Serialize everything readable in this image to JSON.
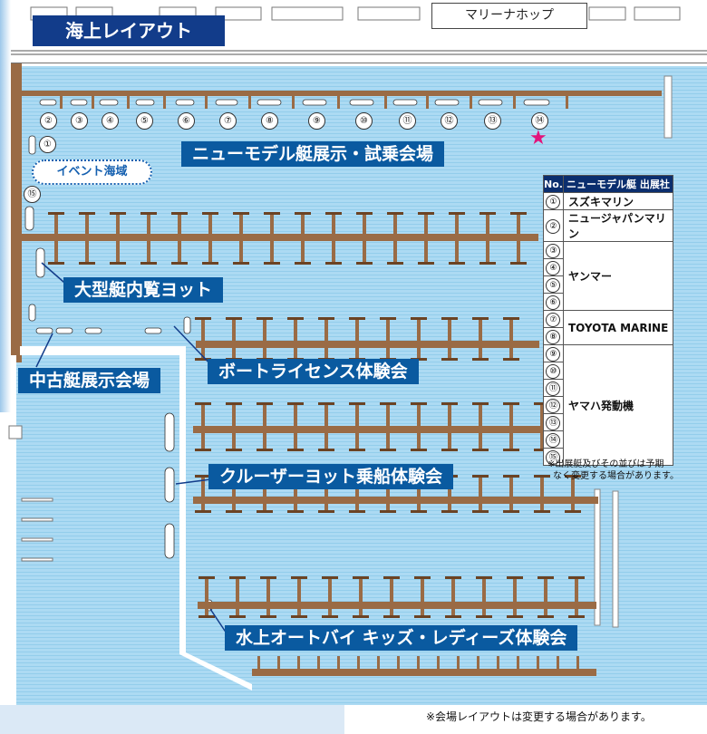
{
  "title": "海上レイアウト",
  "marina_shop": "マリーナホップ",
  "event_area": "イベント海域",
  "labels": {
    "new_model": "ニューモデル艇展示・試乗会場",
    "large_boat": "大型艇内覧ヨット",
    "boat_license": "ボートライセンス体験会",
    "used_boat": "中古艇展示会場",
    "cruiser_yacht": "クルーザーヨット乗船体験会",
    "pwc": "水上オートバイ キッズ・レディーズ体験会"
  },
  "slip_numbers": [
    "②",
    "③",
    "④",
    "⑤",
    "⑥",
    "⑦",
    "⑧",
    "⑨",
    "⑩",
    "⑪",
    "⑫",
    "⑬",
    "⑭"
  ],
  "slip_left_1": "①",
  "slip_left_15": "⑮",
  "table": {
    "header_no": "No.",
    "header_name": "ニューモデル艇 出展社",
    "rows": [
      {
        "no": "①",
        "name": "スズキマリン"
      },
      {
        "no": "②",
        "name": "ニュージャパンマリン"
      },
      {
        "no": "③",
        "name": "ヤンマー"
      },
      {
        "no": "④",
        "name": ""
      },
      {
        "no": "⑤",
        "name": ""
      },
      {
        "no": "⑥",
        "name": ""
      },
      {
        "no": "⑦",
        "name": "TOYOTA MARINE"
      },
      {
        "no": "⑧",
        "name": ""
      },
      {
        "no": "⑨",
        "name": "ヤマハ発動機"
      },
      {
        "no": "⑩",
        "name": ""
      },
      {
        "no": "⑪",
        "name": ""
      },
      {
        "no": "⑫",
        "name": ""
      },
      {
        "no": "⑬",
        "name": ""
      },
      {
        "no": "⑭",
        "name": ""
      },
      {
        "no": "⑮",
        "name": ""
      }
    ]
  },
  "table_note_1": "※出展艇及びその並びは予期",
  "table_note_2": "なく変更する場合があります。",
  "footer_note": "※会場レイアウトは変更する場合があります。",
  "colors": {
    "water": "#a9d8f2",
    "water_line": "#8fcbea",
    "pier": "#9a6b45",
    "label": "#0a5aa0",
    "star": "#e2147b"
  }
}
